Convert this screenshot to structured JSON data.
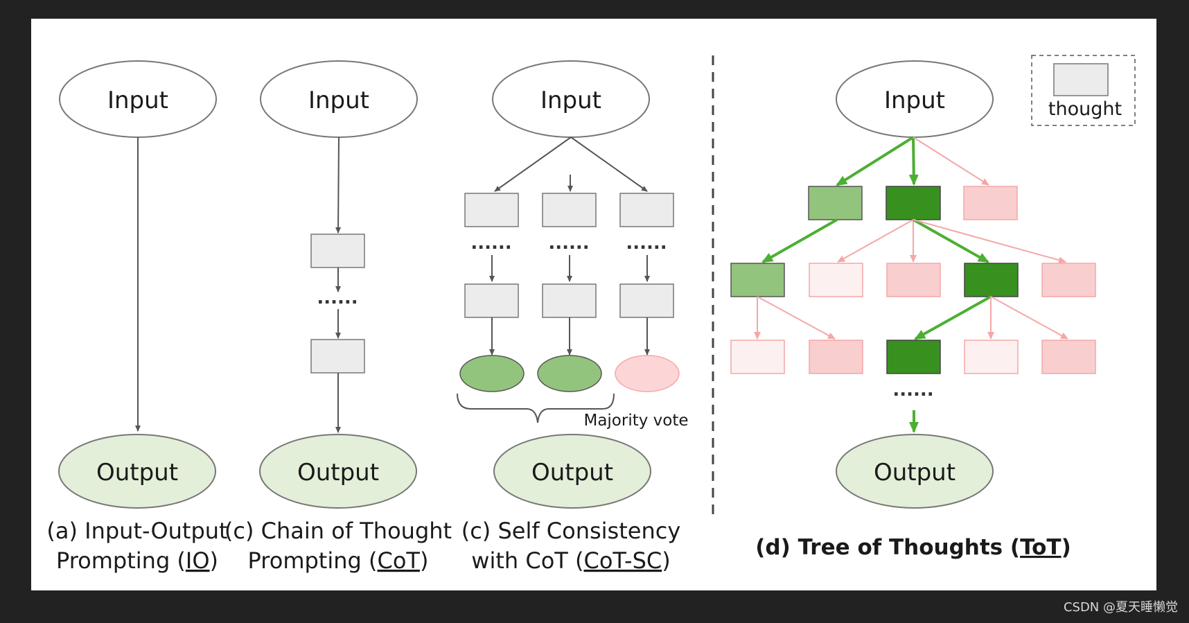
{
  "panels": {
    "io": {
      "input": "Input",
      "output": "Output",
      "caption_line1": "(a) Input-Output",
      "caption_line2_pre": "Prompting (",
      "caption_line2_link": "IO",
      "caption_line2_post": ")"
    },
    "cot": {
      "input": "Input",
      "output": "Output",
      "dots": "......",
      "caption_line1": "(c) Chain of Thought",
      "caption_line2_pre": "Prompting (",
      "caption_line2_link": "CoT",
      "caption_line2_post": ")"
    },
    "cotsc": {
      "input": "Input",
      "output": "Output",
      "dots": "......",
      "majority_vote": "Majority vote",
      "caption_line1": "(c) Self Consistency",
      "caption_line2_pre": "with CoT (",
      "caption_line2_link": "CoT-SC",
      "caption_line2_post": ")"
    },
    "tot": {
      "input": "Input",
      "output": "Output",
      "dots": "......",
      "legend_label": "thought",
      "caption_pre": "(d) Tree of Thoughts (",
      "caption_link": "ToT",
      "caption_post": ")"
    }
  },
  "watermark": "CSDN @夏天睡懒觉",
  "colors": {
    "frame": "#222222",
    "canvas": "#ffffff",
    "output_fill": "#e3efd9",
    "thought_gray": "#ececec",
    "green_light": "#93c47d",
    "green_dark": "#38911f",
    "green_arrow": "#4caf33",
    "pink_light": "#f9cece",
    "pink_pale": "#fdf0f0",
    "pink_arrow": "#f4a7a7",
    "gray_arrow": "#555555",
    "vote_green": "#93c47d",
    "vote_pink": "#fcd6d6"
  }
}
